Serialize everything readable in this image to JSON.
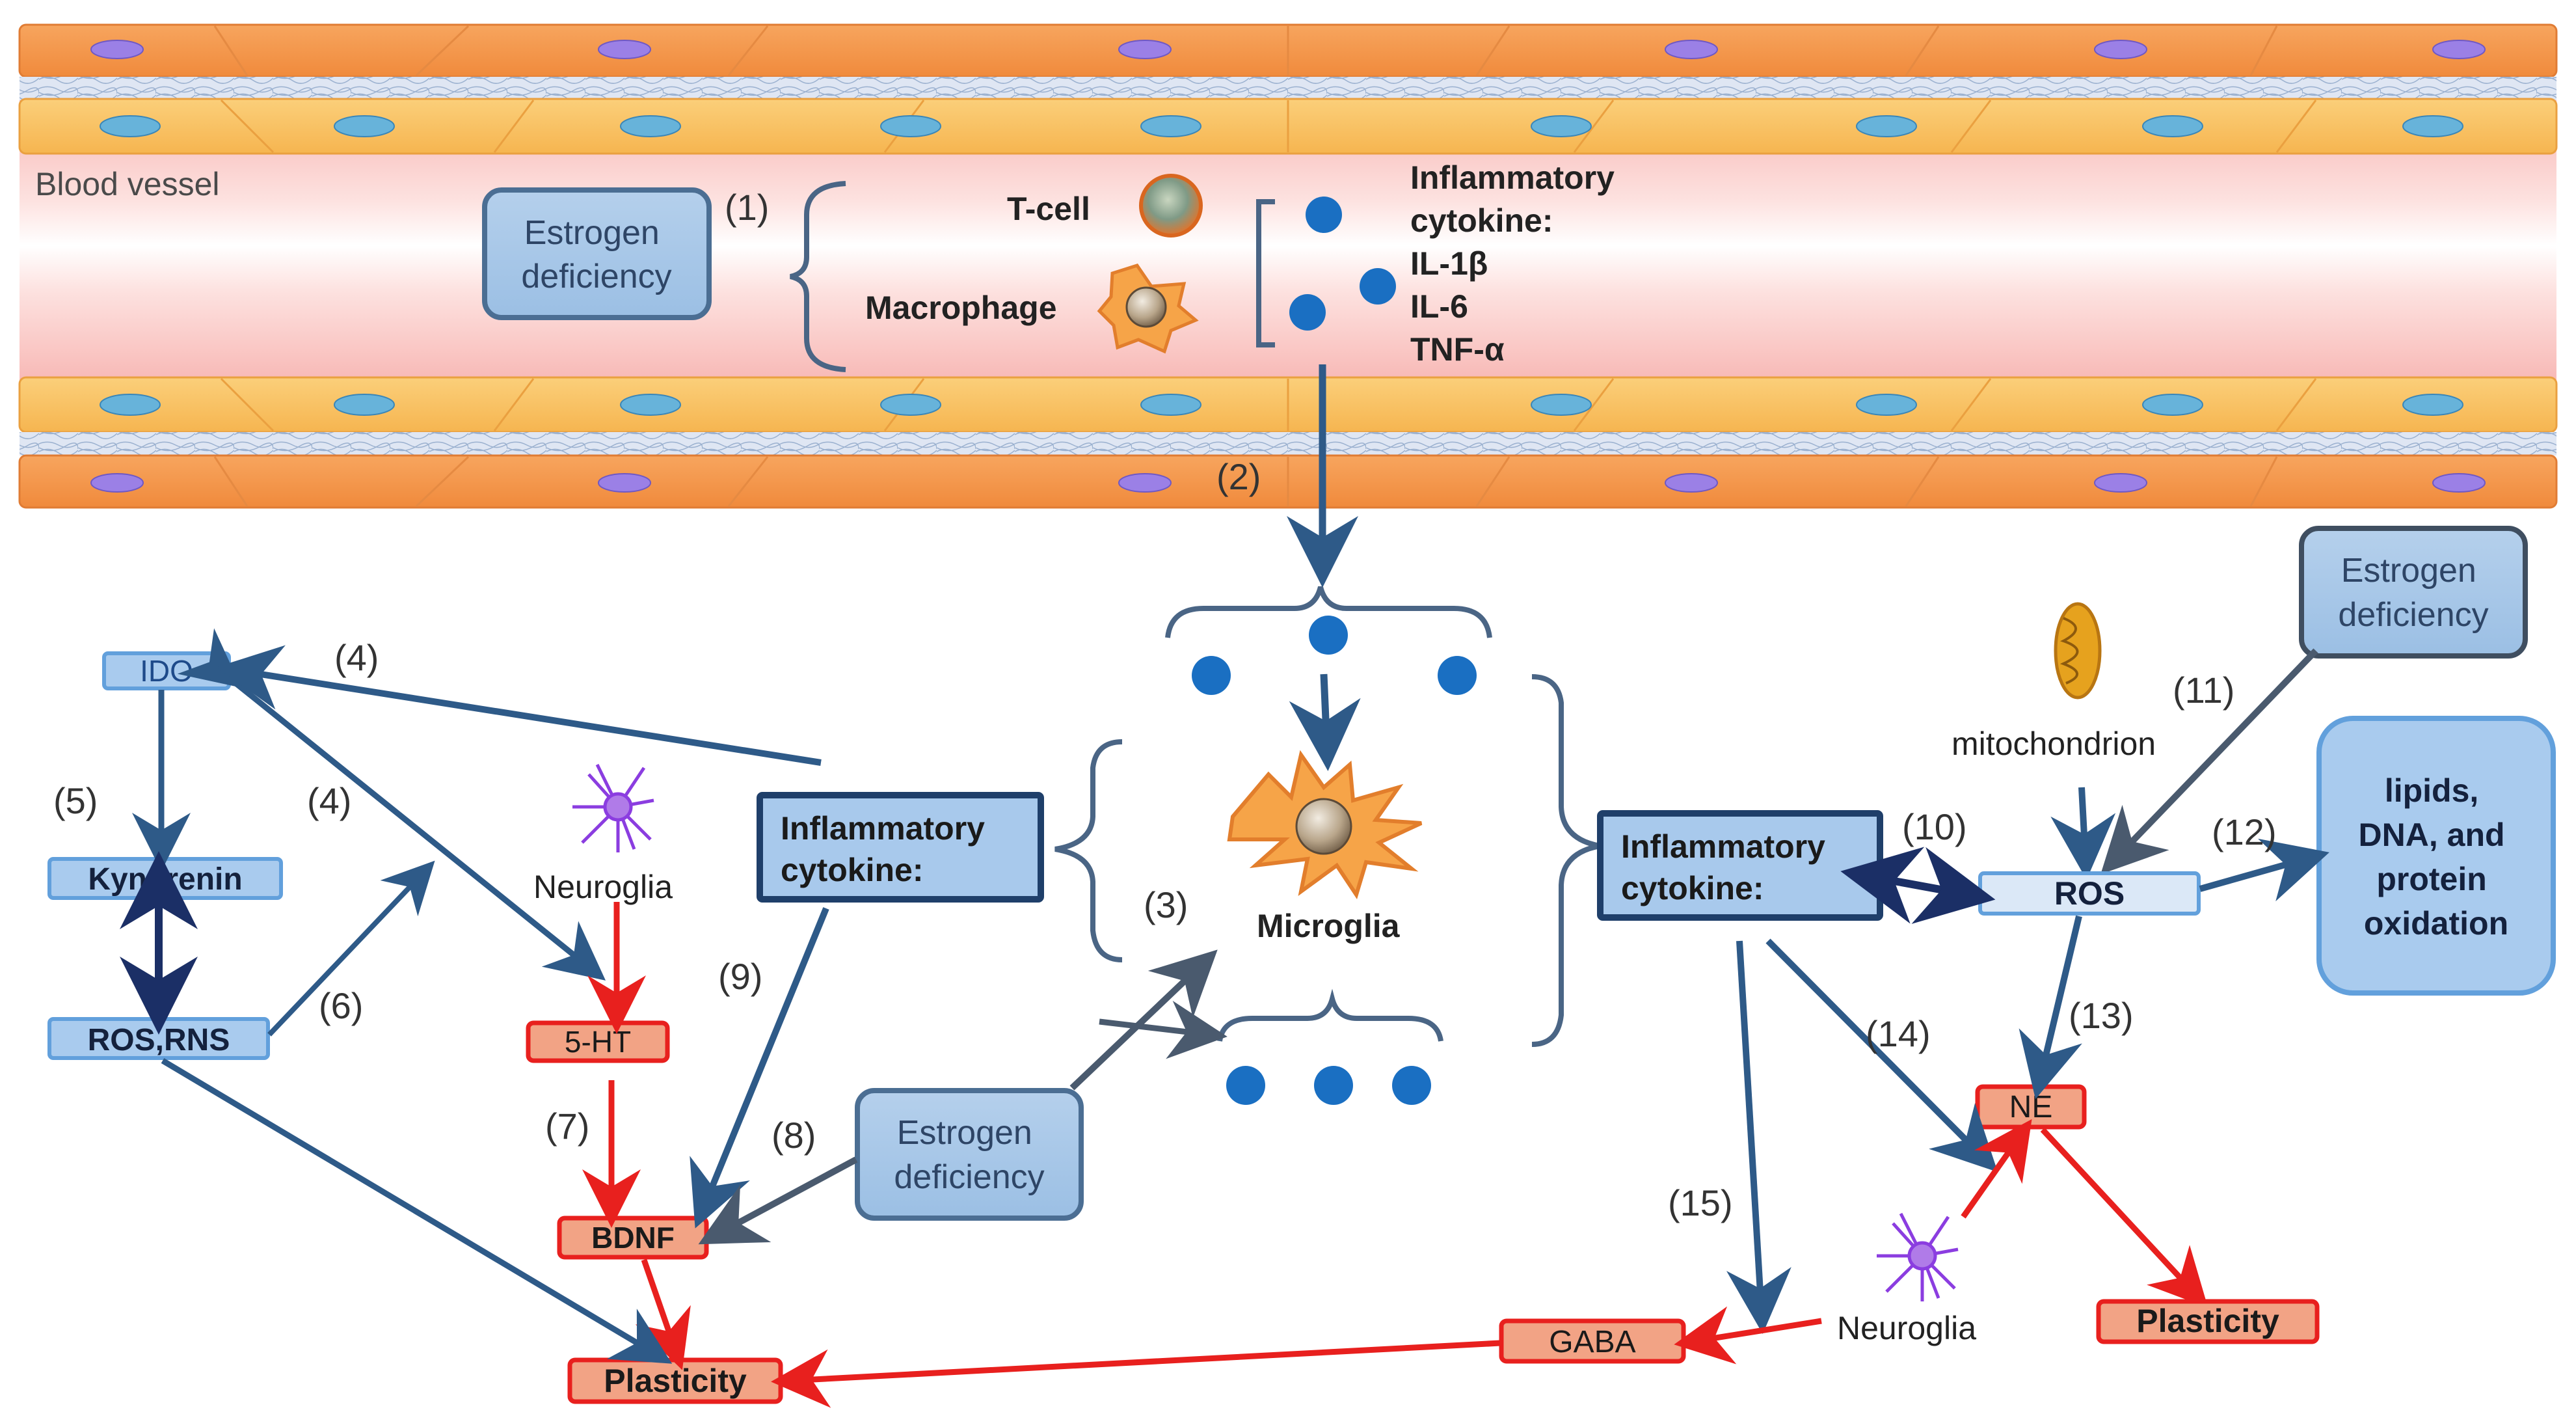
{
  "vessel": {
    "label": "Blood vessel"
  },
  "top": {
    "estrogen": [
      "Estrogen",
      "deficiency"
    ],
    "step1": "(1)",
    "tcell": "T-cell",
    "macrophage": "Macrophage",
    "cytokine_title": [
      "Inflammatory",
      "cytokine:"
    ],
    "cytokines": [
      "IL-1β",
      "IL-6",
      "TNF-α"
    ],
    "step2": "(2)"
  },
  "left": {
    "ido": "IDO",
    "kynurenin": "Kynurenin",
    "rosrns": "ROS,RNS",
    "neuroglia": "Neuroglia",
    "ht": "5-HT",
    "bdnf": "BDNF",
    "plasticity": "Plasticity",
    "cytokine": [
      "Inflammatory",
      "cytokine:"
    ],
    "estrogen": [
      "Estrogen",
      "deficiency"
    ],
    "steps": {
      "s4a": "(4)",
      "s4b": "(4)",
      "s5": "(5)",
      "s6": "(6)",
      "s7": "(7)",
      "s8": "(8)",
      "s9": "(9)"
    }
  },
  "center": {
    "microglia": "Microglia",
    "step3": "(3)"
  },
  "right": {
    "estrogen": [
      "Estrogen",
      "deficiency"
    ],
    "mitochondrion": "mitochondrion",
    "cytokine": [
      "Inflammatory",
      "cytokine:"
    ],
    "ros": "ROS",
    "oxidation": [
      "lipids,",
      "DNA, and",
      "protein",
      "oxidation"
    ],
    "ne": "NE",
    "neuroglia": "Neuroglia",
    "plasticity": "Plasticity",
    "gaba": "GABA",
    "steps": {
      "s10": "(10)",
      "s11": "(11)",
      "s12": "(12)",
      "s13": "(13)",
      "s14": "(14)",
      "s15": "(15)"
    }
  }
}
